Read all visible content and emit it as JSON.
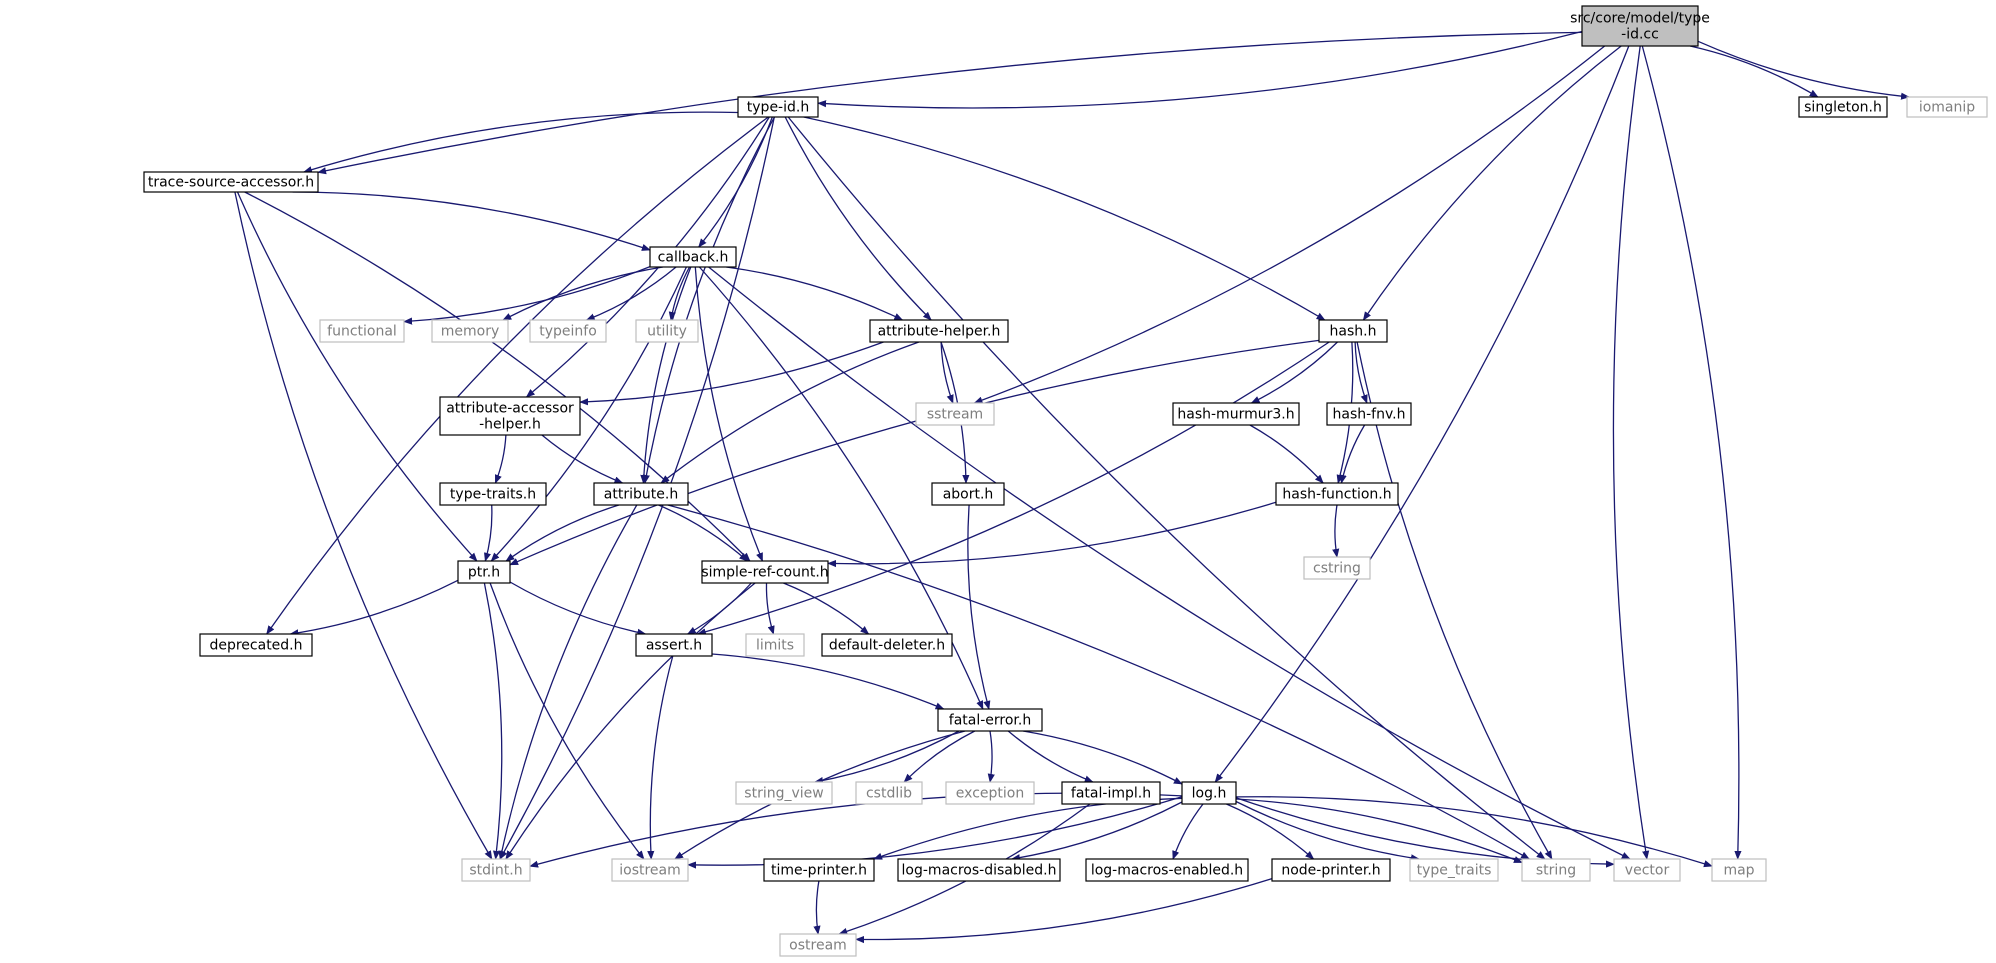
{
  "graph": {
    "title": "src/core/model/type-id.cc include dependency graph",
    "colors": {
      "edge": "#191970",
      "root_fill": "#bfbfbf",
      "node_border": "#000000",
      "system_border": "#bfbfbf",
      "system_text": "#7f7f7f",
      "text": "#000000"
    },
    "nodes": [
      {
        "id": "type-id-cc",
        "lines": [
          "src/core/model/type",
          "-id.cc"
        ],
        "kind": "root"
      },
      {
        "id": "type-id-h",
        "lines": [
          "type-id.h"
        ],
        "kind": "local"
      },
      {
        "id": "singleton-h",
        "lines": [
          "singleton.h"
        ],
        "kind": "local"
      },
      {
        "id": "iomanip",
        "lines": [
          "iomanip"
        ],
        "kind": "system"
      },
      {
        "id": "trace-source-accessor-h",
        "lines": [
          "trace-source-accessor.h"
        ],
        "kind": "local"
      },
      {
        "id": "callback-h",
        "lines": [
          "callback.h"
        ],
        "kind": "local"
      },
      {
        "id": "functional",
        "lines": [
          "functional"
        ],
        "kind": "system"
      },
      {
        "id": "memory",
        "lines": [
          "memory"
        ],
        "kind": "system"
      },
      {
        "id": "typeinfo",
        "lines": [
          "typeinfo"
        ],
        "kind": "system"
      },
      {
        "id": "utility",
        "lines": [
          "utility"
        ],
        "kind": "system"
      },
      {
        "id": "attribute-helper-h",
        "lines": [
          "attribute-helper.h"
        ],
        "kind": "local"
      },
      {
        "id": "hash-h",
        "lines": [
          "hash.h"
        ],
        "kind": "local"
      },
      {
        "id": "attribute-accessor-helper-h",
        "lines": [
          "attribute-accessor",
          "-helper.h"
        ],
        "kind": "local"
      },
      {
        "id": "sstream",
        "lines": [
          "sstream"
        ],
        "kind": "system"
      },
      {
        "id": "hash-murmur3-h",
        "lines": [
          "hash-murmur3.h"
        ],
        "kind": "local"
      },
      {
        "id": "hash-fnv-h",
        "lines": [
          "hash-fnv.h"
        ],
        "kind": "local"
      },
      {
        "id": "type-traits-h",
        "lines": [
          "type-traits.h"
        ],
        "kind": "local"
      },
      {
        "id": "attribute-h",
        "lines": [
          "attribute.h"
        ],
        "kind": "local"
      },
      {
        "id": "abort-h",
        "lines": [
          "abort.h"
        ],
        "kind": "local"
      },
      {
        "id": "hash-function-h",
        "lines": [
          "hash-function.h"
        ],
        "kind": "local"
      },
      {
        "id": "ptr-h",
        "lines": [
          "ptr.h"
        ],
        "kind": "local"
      },
      {
        "id": "simple-ref-count-h",
        "lines": [
          "simple-ref-count.h"
        ],
        "kind": "local"
      },
      {
        "id": "cstring",
        "lines": [
          "cstring"
        ],
        "kind": "system"
      },
      {
        "id": "deprecated-h",
        "lines": [
          "deprecated.h"
        ],
        "kind": "local"
      },
      {
        "id": "assert-h",
        "lines": [
          "assert.h"
        ],
        "kind": "local"
      },
      {
        "id": "limits",
        "lines": [
          "limits"
        ],
        "kind": "system"
      },
      {
        "id": "default-deleter-h",
        "lines": [
          "default-deleter.h"
        ],
        "kind": "local"
      },
      {
        "id": "fatal-error-h",
        "lines": [
          "fatal-error.h"
        ],
        "kind": "local"
      },
      {
        "id": "string-view",
        "lines": [
          "string_view"
        ],
        "kind": "system"
      },
      {
        "id": "cstdlib",
        "lines": [
          "cstdlib"
        ],
        "kind": "system"
      },
      {
        "id": "exception",
        "lines": [
          "exception"
        ],
        "kind": "system"
      },
      {
        "id": "fatal-impl-h",
        "lines": [
          "fatal-impl.h"
        ],
        "kind": "local"
      },
      {
        "id": "log-h",
        "lines": [
          "log.h"
        ],
        "kind": "local"
      },
      {
        "id": "stdint-h",
        "lines": [
          "stdint.h"
        ],
        "kind": "system"
      },
      {
        "id": "iostream",
        "lines": [
          "iostream"
        ],
        "kind": "system"
      },
      {
        "id": "time-printer-h",
        "lines": [
          "time-printer.h"
        ],
        "kind": "local"
      },
      {
        "id": "log-macros-disabled-h",
        "lines": [
          "log-macros-disabled.h"
        ],
        "kind": "local"
      },
      {
        "id": "log-macros-enabled-h",
        "lines": [
          "log-macros-enabled.h"
        ],
        "kind": "local"
      },
      {
        "id": "node-printer-h",
        "lines": [
          "node-printer.h"
        ],
        "kind": "local"
      },
      {
        "id": "type-traits",
        "lines": [
          "type_traits"
        ],
        "kind": "system"
      },
      {
        "id": "string",
        "lines": [
          "string"
        ],
        "kind": "system"
      },
      {
        "id": "vector",
        "lines": [
          "vector"
        ],
        "kind": "system"
      },
      {
        "id": "map",
        "lines": [
          "map"
        ],
        "kind": "system"
      },
      {
        "id": "ostream",
        "lines": [
          "ostream"
        ],
        "kind": "system"
      }
    ],
    "edges": [
      [
        "type-id-cc",
        "type-id-h"
      ],
      [
        "type-id-cc",
        "trace-source-accessor-h"
      ],
      [
        "type-id-cc",
        "singleton-h"
      ],
      [
        "type-id-cc",
        "iomanip"
      ],
      [
        "type-id-cc",
        "sstream"
      ],
      [
        "type-id-cc",
        "hash-h"
      ],
      [
        "type-id-cc",
        "log-h"
      ],
      [
        "type-id-cc",
        "vector"
      ],
      [
        "type-id-cc",
        "map"
      ],
      [
        "type-id-h",
        "trace-source-accessor-h"
      ],
      [
        "type-id-h",
        "callback-h"
      ],
      [
        "type-id-h",
        "attribute-helper-h"
      ],
      [
        "type-id-h",
        "attribute-accessor-helper-h"
      ],
      [
        "type-id-h",
        "attribute-h"
      ],
      [
        "type-id-h",
        "hash-h"
      ],
      [
        "type-id-h",
        "deprecated-h"
      ],
      [
        "type-id-h",
        "stdint-h"
      ],
      [
        "type-id-h",
        "string"
      ],
      [
        "trace-source-accessor-h",
        "callback-h"
      ],
      [
        "trace-source-accessor-h",
        "ptr-h"
      ],
      [
        "trace-source-accessor-h",
        "simple-ref-count-h"
      ],
      [
        "trace-source-accessor-h",
        "stdint-h"
      ],
      [
        "callback-h",
        "functional"
      ],
      [
        "callback-h",
        "memory"
      ],
      [
        "callback-h",
        "typeinfo"
      ],
      [
        "callback-h",
        "utility"
      ],
      [
        "callback-h",
        "attribute-helper-h"
      ],
      [
        "callback-h",
        "attribute-h"
      ],
      [
        "callback-h",
        "ptr-h"
      ],
      [
        "callback-h",
        "simple-ref-count-h"
      ],
      [
        "callback-h",
        "fatal-error-h"
      ],
      [
        "callback-h",
        "vector"
      ],
      [
        "attribute-helper-h",
        "attribute-accessor-helper-h"
      ],
      [
        "attribute-helper-h",
        "sstream"
      ],
      [
        "attribute-helper-h",
        "abort-h"
      ],
      [
        "attribute-helper-h",
        "attribute-h"
      ],
      [
        "hash-h",
        "hash-murmur3-h"
      ],
      [
        "hash-h",
        "hash-fnv-h"
      ],
      [
        "hash-h",
        "hash-function-h"
      ],
      [
        "hash-h",
        "ptr-h"
      ],
      [
        "hash-h",
        "assert-h"
      ],
      [
        "hash-h",
        "string"
      ],
      [
        "attribute-accessor-helper-h",
        "type-traits-h"
      ],
      [
        "attribute-accessor-helper-h",
        "attribute-h"
      ],
      [
        "hash-murmur3-h",
        "hash-function-h"
      ],
      [
        "hash-fnv-h",
        "hash-function-h"
      ],
      [
        "type-traits-h",
        "ptr-h"
      ],
      [
        "attribute-h",
        "ptr-h"
      ],
      [
        "attribute-h",
        "simple-ref-count-h"
      ],
      [
        "attribute-h",
        "stdint-h"
      ],
      [
        "attribute-h",
        "string"
      ],
      [
        "abort-h",
        "fatal-error-h"
      ],
      [
        "hash-function-h",
        "simple-ref-count-h"
      ],
      [
        "hash-function-h",
        "cstring"
      ],
      [
        "ptr-h",
        "deprecated-h"
      ],
      [
        "ptr-h",
        "assert-h"
      ],
      [
        "ptr-h",
        "stdint-h"
      ],
      [
        "ptr-h",
        "iostream"
      ],
      [
        "simple-ref-count-h",
        "assert-h"
      ],
      [
        "simple-ref-count-h",
        "limits"
      ],
      [
        "simple-ref-count-h",
        "default-deleter-h"
      ],
      [
        "simple-ref-count-h",
        "stdint-h"
      ],
      [
        "assert-h",
        "fatal-error-h"
      ],
      [
        "assert-h",
        "iostream"
      ],
      [
        "fatal-error-h",
        "string-view"
      ],
      [
        "fatal-error-h",
        "cstdlib"
      ],
      [
        "fatal-error-h",
        "exception"
      ],
      [
        "fatal-error-h",
        "fatal-impl-h"
      ],
      [
        "fatal-error-h",
        "log-h"
      ],
      [
        "fatal-error-h",
        "iostream"
      ],
      [
        "fatal-impl-h",
        "ostream"
      ],
      [
        "log-h",
        "stdint-h"
      ],
      [
        "log-h",
        "iostream"
      ],
      [
        "log-h",
        "time-printer-h"
      ],
      [
        "log-h",
        "log-macros-disabled-h"
      ],
      [
        "log-h",
        "log-macros-enabled-h"
      ],
      [
        "log-h",
        "node-printer-h"
      ],
      [
        "log-h",
        "type-traits"
      ],
      [
        "log-h",
        "string"
      ],
      [
        "log-h",
        "vector"
      ],
      [
        "log-h",
        "map"
      ],
      [
        "time-printer-h",
        "ostream"
      ],
      [
        "node-printer-h",
        "ostream"
      ]
    ]
  }
}
